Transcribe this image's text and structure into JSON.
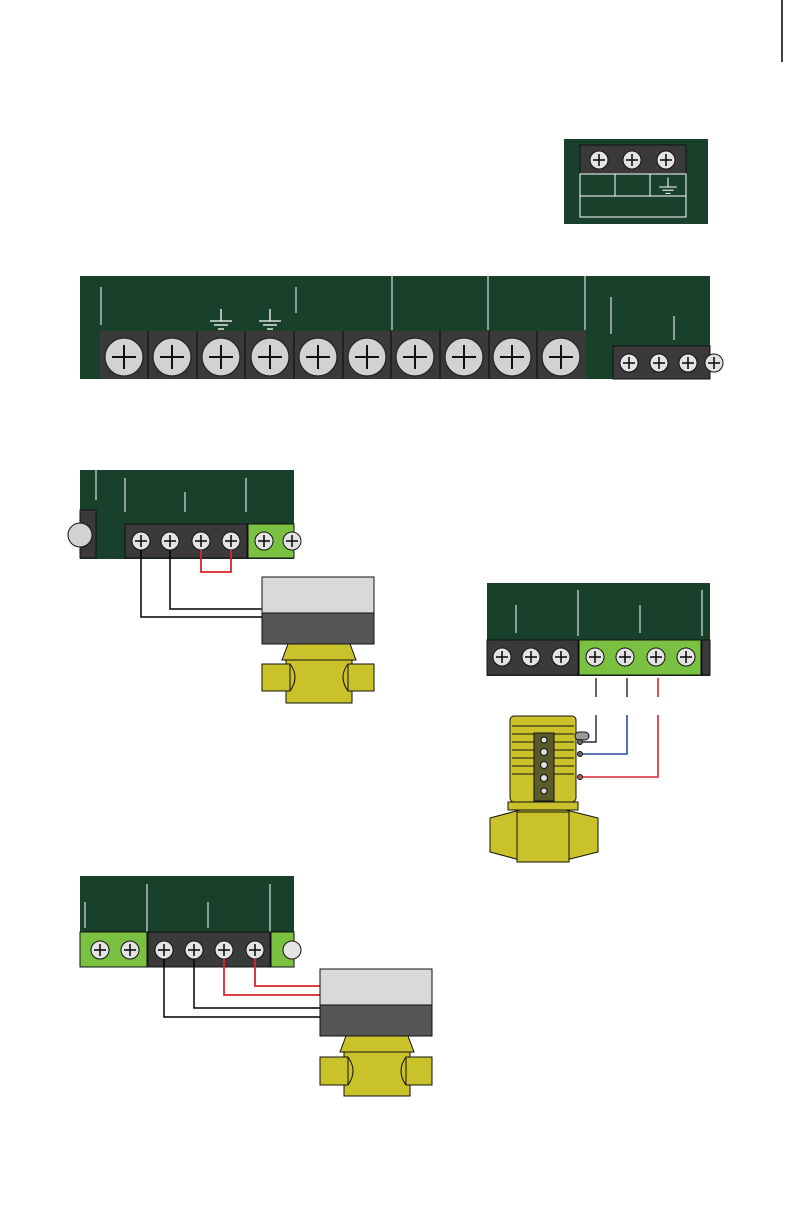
{
  "colors": {
    "board": "#19402a",
    "terminal_block_dark": "#3a3a3a",
    "terminal_block_green": "#7ac142",
    "screw": "#d2d2d2",
    "wire_black": "#000000",
    "wire_red": "#d7262b",
    "wire_blue": "#2b4aa3",
    "actuator_top": "#d9d9d9",
    "actuator_body": "#555555",
    "valve_brass": "#c9c22a"
  },
  "figures": [
    {
      "name": "power-terminal-block",
      "screws": 3,
      "ground_symbol": true
    },
    {
      "name": "main-terminal-strip",
      "large_screws": 10,
      "small_screws": 4,
      "ground_symbols": 2
    },
    {
      "name": "two-wire-zone-valve-wiring",
      "valve": "zone-valve-with-actuator",
      "jumper": "red"
    },
    {
      "name": "taco-style-zone-valve-wiring",
      "valve": "zone-valve-with-terminal-strip",
      "wires": [
        "black",
        "black",
        "blue",
        "red"
      ]
    },
    {
      "name": "four-wire-zone-valve-wiring",
      "valve": "zone-valve-with-actuator",
      "wires": [
        "black",
        "black",
        "red",
        "red"
      ]
    }
  ],
  "icons": [
    "screw-terminal-icon",
    "ground-symbol-icon",
    "zone-valve-icon"
  ]
}
